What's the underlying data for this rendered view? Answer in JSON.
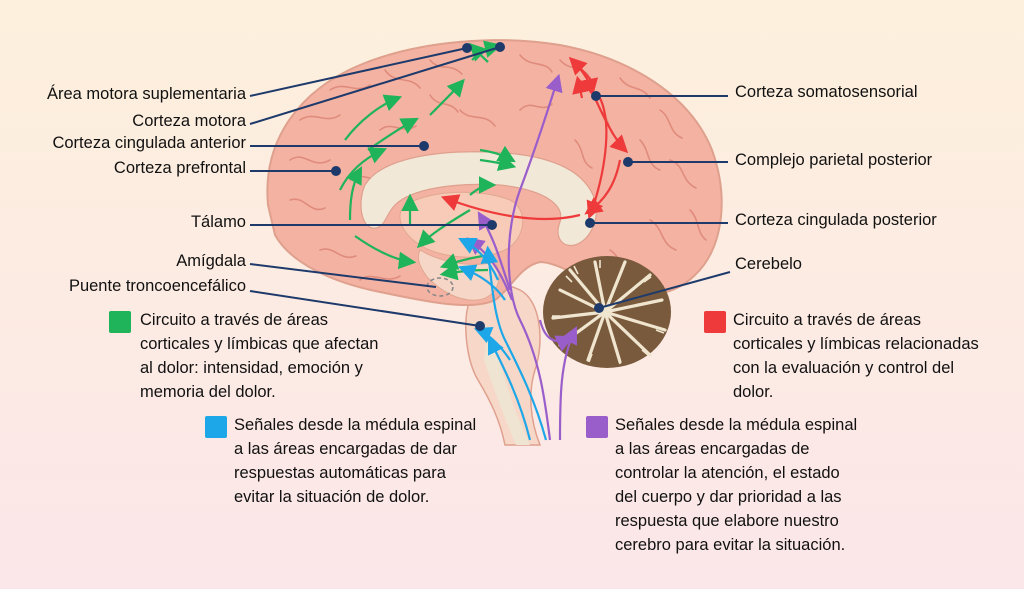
{
  "labels": {
    "area_motora_suplementaria": "Área motora suplementaria",
    "corteza_motora": "Corteza motora",
    "corteza_cingulada_anterior": "Corteza cingulada anterior",
    "corteza_prefrontal": "Corteza prefrontal",
    "talamo": "Tálamo",
    "amigdala": "Amígdala",
    "puente_troncoencefalico": "Puente troncoencefálico",
    "corteza_somatosensorial": "Corteza somatosensorial",
    "complejo_parietal_posterior": "Complejo parietal posterior",
    "corteza_cingulada_posterior": "Corteza cingulada posterior",
    "cerebelo": "Cerebelo"
  },
  "legend": {
    "green": {
      "color": "#1fb45a",
      "text": "Circuito a través de áreas\ncorticales y límbicas que afectan\nal dolor: intensidad, emoción y\nmemoria del dolor."
    },
    "red": {
      "color": "#ee3a3a",
      "text": "Circuito a través de áreas\ncorticales y límbicas relacionadas\ncon la evaluación y control del\ndolor."
    },
    "blue": {
      "color": "#1ea7e8",
      "text": "Señales desde la médula espinal\na las áreas encargadas de dar\nrespuestas automáticas para\nevitar la situación de dolor."
    },
    "purple": {
      "color": "#9a5ecb",
      "text": "Señales desde la médula espinal\na las áreas encargadas de\ncontrolar la atención, el estado\ndel cuerpo y dar prioridad a las\nrespuesta que elabore nuestro\ncerebro para evitar la situación."
    }
  },
  "colors": {
    "leader_line": "#1d3a6b",
    "brain_fill": "#f4b2a2",
    "brain_outline": "#dfa08e",
    "gyri": "#e08c7c",
    "inner_tissue": "#f2e8d8",
    "cerebellum_dark": "#7a5a3c",
    "cerebellum_light": "#f0e6d0"
  }
}
